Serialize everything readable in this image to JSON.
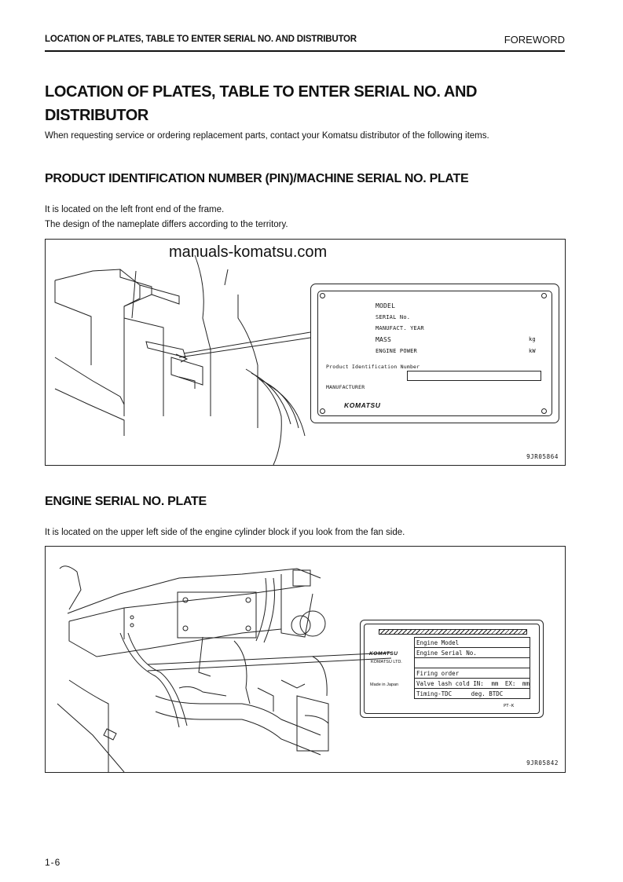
{
  "header": {
    "section_title": "LOCATION OF PLATES, TABLE TO ENTER SERIAL NO. AND DISTRIBUTOR",
    "chapter": "FOREWORD"
  },
  "title": "LOCATION OF PLATES, TABLE TO ENTER SERIAL NO. AND DISTRIBUTOR",
  "intro": "When requesting service or ordering replacement parts, contact your Komatsu distributor of the following items.",
  "pin_section": {
    "heading": "PRODUCT IDENTIFICATION NUMBER (PIN)/MACHINE SERIAL NO. PLATE",
    "lines": [
      "It is located on the left front end of the frame.",
      "The design of the nameplate differs according to the territory."
    ],
    "watermark": "manuals-komatsu.com",
    "plate": {
      "model": "MODEL",
      "serial": "SERIAL No.",
      "year": "MANUFACT. YEAR",
      "mass": "MASS",
      "mass_unit": "kg",
      "power": "ENGINE POWER",
      "power_unit": "kW",
      "pin_label": "Product Identification Number",
      "manufacturer": "MANUFACTURER",
      "brand": "KOMATSU"
    },
    "figure_code": "9JR05864"
  },
  "engine_section": {
    "heading": "ENGINE SERIAL NO. PLATE",
    "line": "It is located on the upper left side of the engine cylinder block if you look from the fan side.",
    "plate": {
      "brand": "KOMATSU",
      "company": "KOMATSU LTD.",
      "made_in": "Made in Japan",
      "rows": [
        "Engine Model",
        "Engine Serial No.",
        "",
        "Firing order"
      ],
      "valve_label": "Valve lash cold IN:",
      "valve_unit_1": "mm",
      "valve_ex": "EX:",
      "valve_unit_2": "mm",
      "timing_label": "Timing-TDC",
      "timing_value": "deg. BTDC",
      "code": "PT-K"
    },
    "figure_code": "9JR05842"
  },
  "page_number": "1-6"
}
